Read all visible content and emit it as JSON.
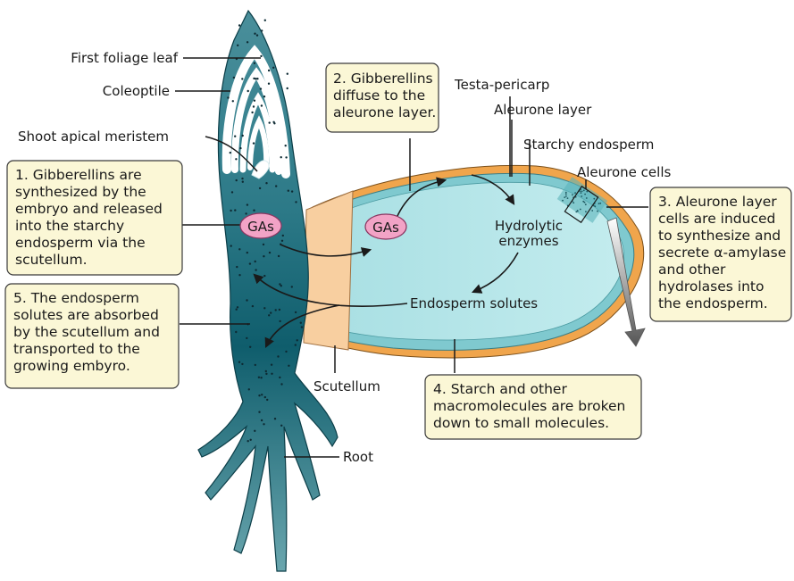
{
  "labels": {
    "first_foliage_leaf": "First foliage leaf",
    "coleoptile": "Coleoptile",
    "shoot_apical_meristem": "Shoot apical meristem",
    "testa_pericarp": "Testa-pericarp",
    "aleurone_layer": "Aleurone layer",
    "starchy_endosperm": "Starchy endosperm",
    "aleurone_cells": "Aleurone cells",
    "hydrolytic_enzymes": [
      "Hydrolytic",
      "enzymes"
    ],
    "endosperm_solutes": "Endosperm solutes",
    "scutellum": "Scutellum",
    "root": "Root",
    "gas_left": "GAs",
    "gas_right": "GAs"
  },
  "steps": {
    "step1": [
      "1. Gibberellins are",
      "synthesized by the",
      "embryo and released",
      "into the starchy",
      "endosperm via the",
      "scutellum."
    ],
    "step2": [
      "2. Gibberellins",
      "diffuse to the",
      "aleurone layer."
    ],
    "step3": [
      "3. Aleurone layer",
      "cells are induced",
      "to synthesize and",
      "secrete α-amylase",
      "and other",
      "hydrolases into",
      "the endosperm."
    ],
    "step4": [
      "4. Starch and other",
      "macromolecules are broken",
      "down to small molecules."
    ],
    "step5": [
      "5. The endosperm",
      "solutes are absorbed",
      "by the scutellum and",
      "transported to the",
      "growing embyro."
    ]
  },
  "colors": {
    "embryo_dark": "#0f5d6c",
    "embryo_light": "#5e9fa8",
    "endosperm": "#aee3e6",
    "aleurone": "#7fc9cf",
    "testa": "#f0a54c",
    "scutellum": "#f8cfa0",
    "gas_fill": "#f2a3c6",
    "box_fill": "#fbf7d6"
  }
}
